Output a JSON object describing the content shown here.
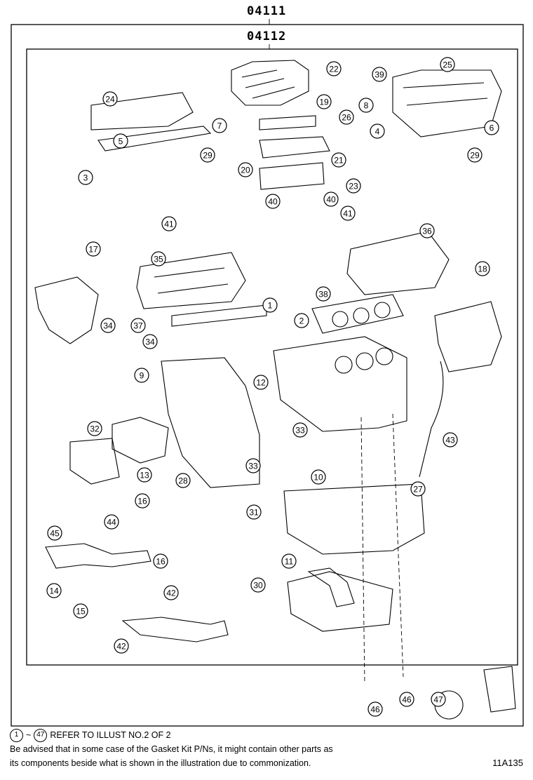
{
  "header": {
    "outer_kit_code": "04111",
    "inner_kit_code": "04112"
  },
  "callouts": [
    "1",
    "2",
    "3",
    "4",
    "5",
    "6",
    "7",
    "8",
    "9",
    "10",
    "11",
    "12",
    "13",
    "14",
    "15",
    "16",
    "16",
    "17",
    "18",
    "19",
    "20",
    "21",
    "22",
    "23",
    "24",
    "25",
    "26",
    "27",
    "28",
    "29",
    "29",
    "30",
    "31",
    "32",
    "33",
    "33",
    "34",
    "34",
    "35",
    "36",
    "37",
    "38",
    "39",
    "40",
    "40",
    "41",
    "41",
    "42",
    "42",
    "43",
    "44",
    "45",
    "46",
    "46",
    "47"
  ],
  "footer": {
    "refer_start": "1",
    "refer_tilde": "~",
    "refer_end": "47",
    "refer_text": "REFER TO ILLUST NO.2 OF 2",
    "advisory_line1": "Be advised that in some case of the Gasket Kit P/Ns,  it might contain other parts as",
    "advisory_line2": "its components beside what is shown in the illustration due to commonization.",
    "illustration_code": "11A135"
  }
}
